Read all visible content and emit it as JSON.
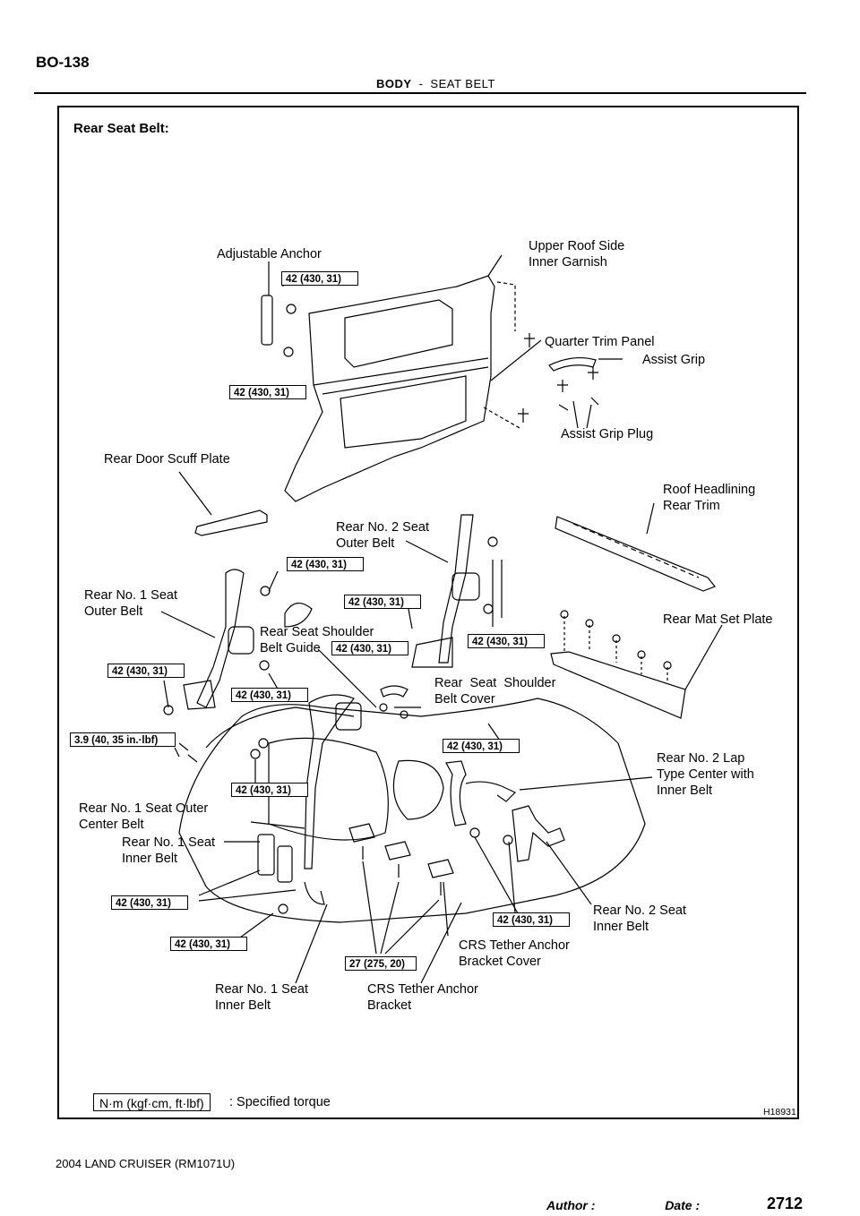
{
  "header": {
    "page_code": "BO-138",
    "section": "BODY",
    "separator": "-",
    "subsection": "SEAT BELT"
  },
  "title": "Rear Seat Belt:",
  "labels": {
    "adjustable_anchor": "Adjustable Anchor",
    "upper_roof_side_inner_garnish": "Upper Roof Side\nInner Garnish",
    "quarter_trim_panel": "Quarter Trim Panel",
    "assist_grip": "Assist Grip",
    "assist_grip_plug": "Assist Grip Plug",
    "rear_door_scuff_plate": "Rear Door Scuff Plate",
    "roof_headlining_rear_trim": "Roof Headlining\nRear Trim",
    "rear_no2_seat_outer_belt": "Rear No. 2 Seat\nOuter Belt",
    "rear_no1_seat_outer_belt": "Rear No. 1 Seat\nOuter Belt",
    "rear_mat_set_plate": "Rear Mat Set Plate",
    "rear_seat_shoulder_belt_guide": "Rear Seat Shoulder\nBelt Guide",
    "rear_seat_shoulder_belt_cover": "Rear  Seat  Shoulder\nBelt Cover",
    "rear_no2_lap_type_center": "Rear No. 2 Lap\nType Center with\nInner Belt",
    "rear_no1_seat_outer_center_belt": "Rear No. 1 Seat Outer\nCenter Belt",
    "rear_no1_seat_inner_belt_a": "Rear No. 1 Seat\nInner Belt",
    "rear_no2_seat_inner_belt": "Rear No. 2 Seat\nInner Belt",
    "crs_tether_anchor_bracket_cover": "CRS Tether Anchor\nBracket Cover",
    "rear_no1_seat_inner_belt_b": "Rear No. 1 Seat\nInner Belt",
    "crs_tether_anchor_bracket": "CRS Tether Anchor\nBracket"
  },
  "torques": {
    "t1": "42 (430, 31)",
    "t2": "42 (430, 31)",
    "t3": "42 (430, 31)",
    "t4": "42 (430, 31)",
    "t5": "42 (430, 31)",
    "t6": "42 (430, 31)",
    "t7": "42 (430, 31)",
    "t8": "42 (430, 31)",
    "t9": "3.9 (40, 35 in.·lbf)",
    "t10": "42 (430, 31)",
    "t11": "42 (430, 31)",
    "t12": "42 (430, 31)",
    "t13": "42 (430, 31)",
    "t14": "42 (430, 31)",
    "t15": "27 (275, 20)"
  },
  "legend": {
    "unit_box": "N·m (kgf·cm, ft·lbf)",
    "text": ": Specified torque"
  },
  "figure_id": "H18931",
  "footer": {
    "model": "2004 LAND CRUISER   (RM1071U)",
    "author_date": "Author :                    Date :",
    "page_number": "2712"
  }
}
